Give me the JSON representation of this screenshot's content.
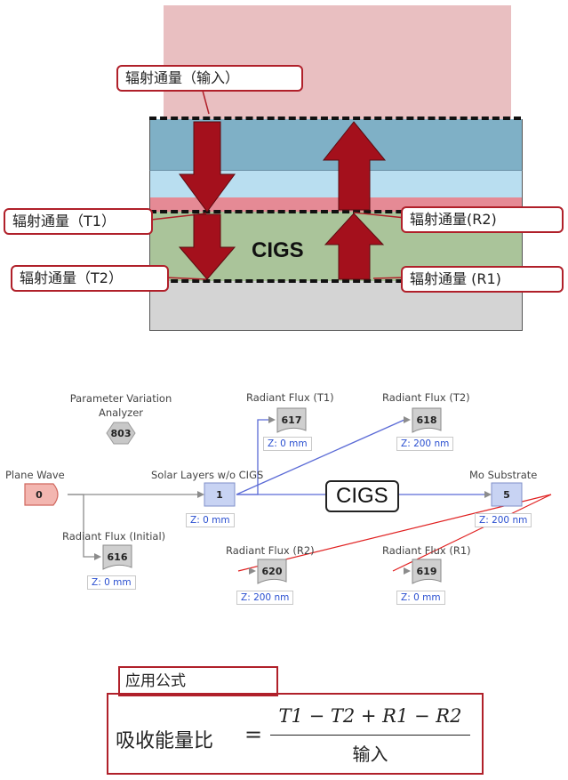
{
  "top_diagram": {
    "cigs_label": "CIGS",
    "callouts": {
      "input": "辐射通量（输入）",
      "t1": "辐射通量（T1）",
      "t2": "辐射通量（T2）",
      "r2": "辐射通量(R2)",
      "r1": "辐射通量 (R1)"
    },
    "colors": {
      "incident_region": "#e9bfc1",
      "layer_top": "#7fb0c6",
      "layer_light": "#b9def0",
      "layer_pink": "#e58a95",
      "layer_cigs": "#aac49a",
      "layer_substrate": "#d4d4d4",
      "arrow": "#a4101c"
    }
  },
  "graph": {
    "pva": {
      "label": "Parameter Variation\nAnalyzer",
      "num": "803"
    },
    "plane_wave": {
      "label": "Plane Wave",
      "num": "0"
    },
    "solar_layers": {
      "label": "Solar Layers w/o CIGS",
      "num": "1",
      "z": "Z: 0 mm"
    },
    "mo_substrate": {
      "label": "Mo Substrate",
      "num": "5",
      "z": "Z: 200 nm"
    },
    "flux_t1": {
      "label": "Radiant Flux (T1)",
      "num": "617",
      "z": "Z: 0 mm"
    },
    "flux_t2": {
      "label": "Radiant Flux (T2)",
      "num": "618",
      "z": "Z: 200 nm"
    },
    "flux_initial": {
      "label": "Radiant Flux (Initial)",
      "num": "616",
      "z": "Z: 0 mm"
    },
    "flux_r2": {
      "label": "Radiant Flux (R2)",
      "num": "620",
      "z": "Z: 200 nm"
    },
    "flux_r1": {
      "label": "Radiant Flux (R1)",
      "num": "619",
      "z": "Z: 0 mm"
    },
    "cigs_box": "CIGS"
  },
  "formula": {
    "title": "应用公式",
    "lhs": "吸收能量比",
    "eq": "=",
    "numerator": "T1 − T2 + R1 − R2",
    "denominator": "输入"
  }
}
